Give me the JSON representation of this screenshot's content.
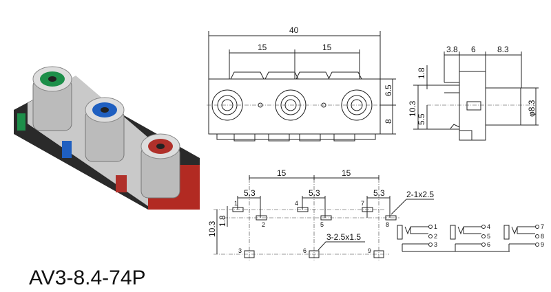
{
  "model": "AV3-8.4-74P",
  "colors": {
    "green": "#1d8f4a",
    "blue": "#1f5fc0",
    "red": "#b0302a",
    "body": "#202020"
  },
  "front_view": {
    "width": "40",
    "pitch": [
      "15",
      "15"
    ],
    "upper": "6.5",
    "lower": "8"
  },
  "side_view": {
    "depths": [
      "3.8",
      "6",
      "8.3"
    ],
    "pin_gap": "1.8",
    "height": "10.3",
    "center": "5.5",
    "diameter": "φ8.3"
  },
  "footprint": {
    "pitch": [
      "15",
      "15"
    ],
    "offsets": [
      "5.3",
      "5.3",
      "5.3"
    ],
    "height": "10.3",
    "pin_gap": "1.8",
    "pin_numbers": [
      "1",
      "2",
      "3",
      "4",
      "5",
      "6",
      "7",
      "8",
      "9"
    ],
    "pad_small": "2-1x2.5",
    "pad_large": "3-2.5x1.5"
  },
  "schematic": {
    "pins": [
      "1",
      "2",
      "3",
      "4",
      "5",
      "6",
      "7",
      "8",
      "9"
    ]
  }
}
